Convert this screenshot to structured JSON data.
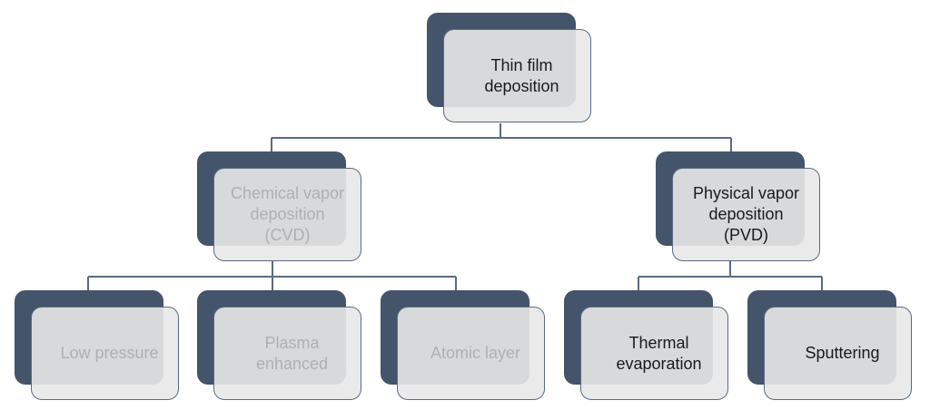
{
  "diagram": {
    "type": "hierarchy",
    "colors": {
      "back_box": "#44546a",
      "front_box": "#e8e8e8",
      "border": "#5b6b82",
      "connector": "#5b6b82",
      "text_active": "#1a1a1a",
      "text_muted": "#b0b0b0"
    },
    "root": {
      "label": "Thin film deposition",
      "line1": "Thin film",
      "line2": "deposition"
    },
    "branches": [
      {
        "label": "Chemical vapor deposition (CVD)",
        "lines": [
          "Chemical vapor",
          "deposition",
          "(CVD)"
        ],
        "state": "muted",
        "children": [
          {
            "label": "Low pressure",
            "lines": [
              "Low pressure"
            ],
            "state": "muted"
          },
          {
            "label": "Plasma enhanced",
            "lines": [
              "Plasma",
              "enhanced"
            ],
            "state": "muted"
          },
          {
            "label": "Atomic layer",
            "lines": [
              "Atomic layer"
            ],
            "state": "muted"
          }
        ]
      },
      {
        "label": "Physical vapor deposition (PVD)",
        "lines": [
          "Physical vapor",
          "deposition",
          "(PVD)"
        ],
        "state": "active",
        "children": [
          {
            "label": "Thermal evaporation",
            "lines": [
              "Thermal",
              "evaporation"
            ],
            "state": "active"
          },
          {
            "label": "Sputtering",
            "lines": [
              "Sputtering"
            ],
            "state": "active"
          }
        ]
      }
    ]
  }
}
